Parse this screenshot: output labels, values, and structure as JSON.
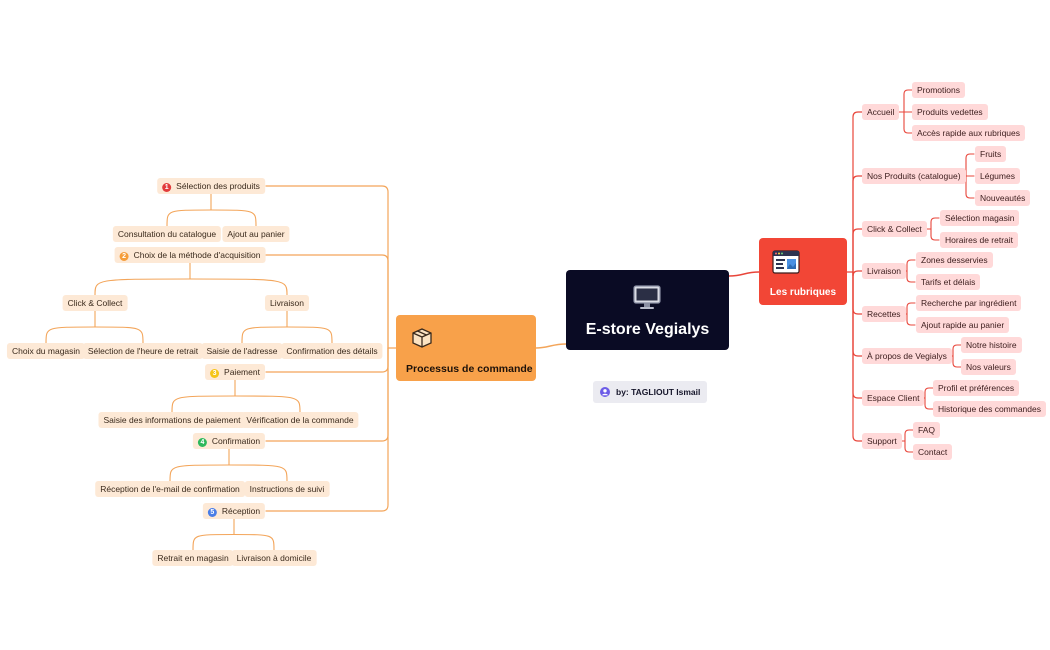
{
  "central": {
    "title": "E-store Vegialys",
    "icon": "monitor-icon"
  },
  "author": {
    "icon": "user-circle-icon",
    "text": "by: TAGLIOUT Ismail"
  },
  "process": {
    "title": "Processus de commande",
    "icon": "package-icon",
    "color": "#f8a14a",
    "steps": [
      {
        "num": "1",
        "label": "Sélection des produits",
        "badge_color": "#e23b3b",
        "children": [
          "Consultation du catalogue",
          "Ajout au panier"
        ]
      },
      {
        "num": "2",
        "label": "Choix de la méthode d'acquisition",
        "badge_color": "#f59d3a",
        "children": [
          {
            "label": "Click & Collect",
            "children": [
              "Choix du magasin",
              "Sélection de l'heure de retrait"
            ]
          },
          {
            "label": "Livraison",
            "children": [
              "Saisie de l'adresse",
              "Confirmation des détails"
            ]
          }
        ]
      },
      {
        "num": "3",
        "label": "Paiement",
        "badge_color": "#f5c518",
        "children": [
          "Saisie des informations de paiement",
          "Vérification de la commande"
        ]
      },
      {
        "num": "4",
        "label": "Confirmation",
        "badge_color": "#2eb85c",
        "children": [
          "Réception de l'e-mail de confirmation",
          "Instructions de suivi"
        ]
      },
      {
        "num": "5",
        "label": "Réception",
        "badge_color": "#4a7de6",
        "children": [
          "Retrait en magasin",
          "Livraison à domicile"
        ]
      }
    ]
  },
  "rubriques": {
    "title": "Les rubriques",
    "icon": "browser-window-icon",
    "color": "#f24636",
    "items": [
      {
        "label": "Accueil",
        "children": [
          "Promotions",
          "Produits vedettes",
          "Accès rapide aux rubriques"
        ]
      },
      {
        "label": "Nos Produits (catalogue)",
        "children": [
          "Fruits",
          "Légumes",
          "Nouveautés"
        ]
      },
      {
        "label": "Click & Collect",
        "children": [
          "Sélection magasin",
          "Horaires de retrait"
        ]
      },
      {
        "label": "Livraison",
        "children": [
          "Zones desservies",
          "Tarifs et délais"
        ]
      },
      {
        "label": "Recettes",
        "children": [
          "Recherche par ingrédient",
          "Ajout rapide au panier"
        ]
      },
      {
        "label": "À propos de Vegialys",
        "children": [
          "Notre histoire",
          "Nos valeurs"
        ]
      },
      {
        "label": "Espace Client",
        "children": [
          "Profil et préférences",
          "Historique des commandes"
        ]
      },
      {
        "label": "Support",
        "children": [
          "FAQ",
          "Contact"
        ]
      }
    ]
  }
}
